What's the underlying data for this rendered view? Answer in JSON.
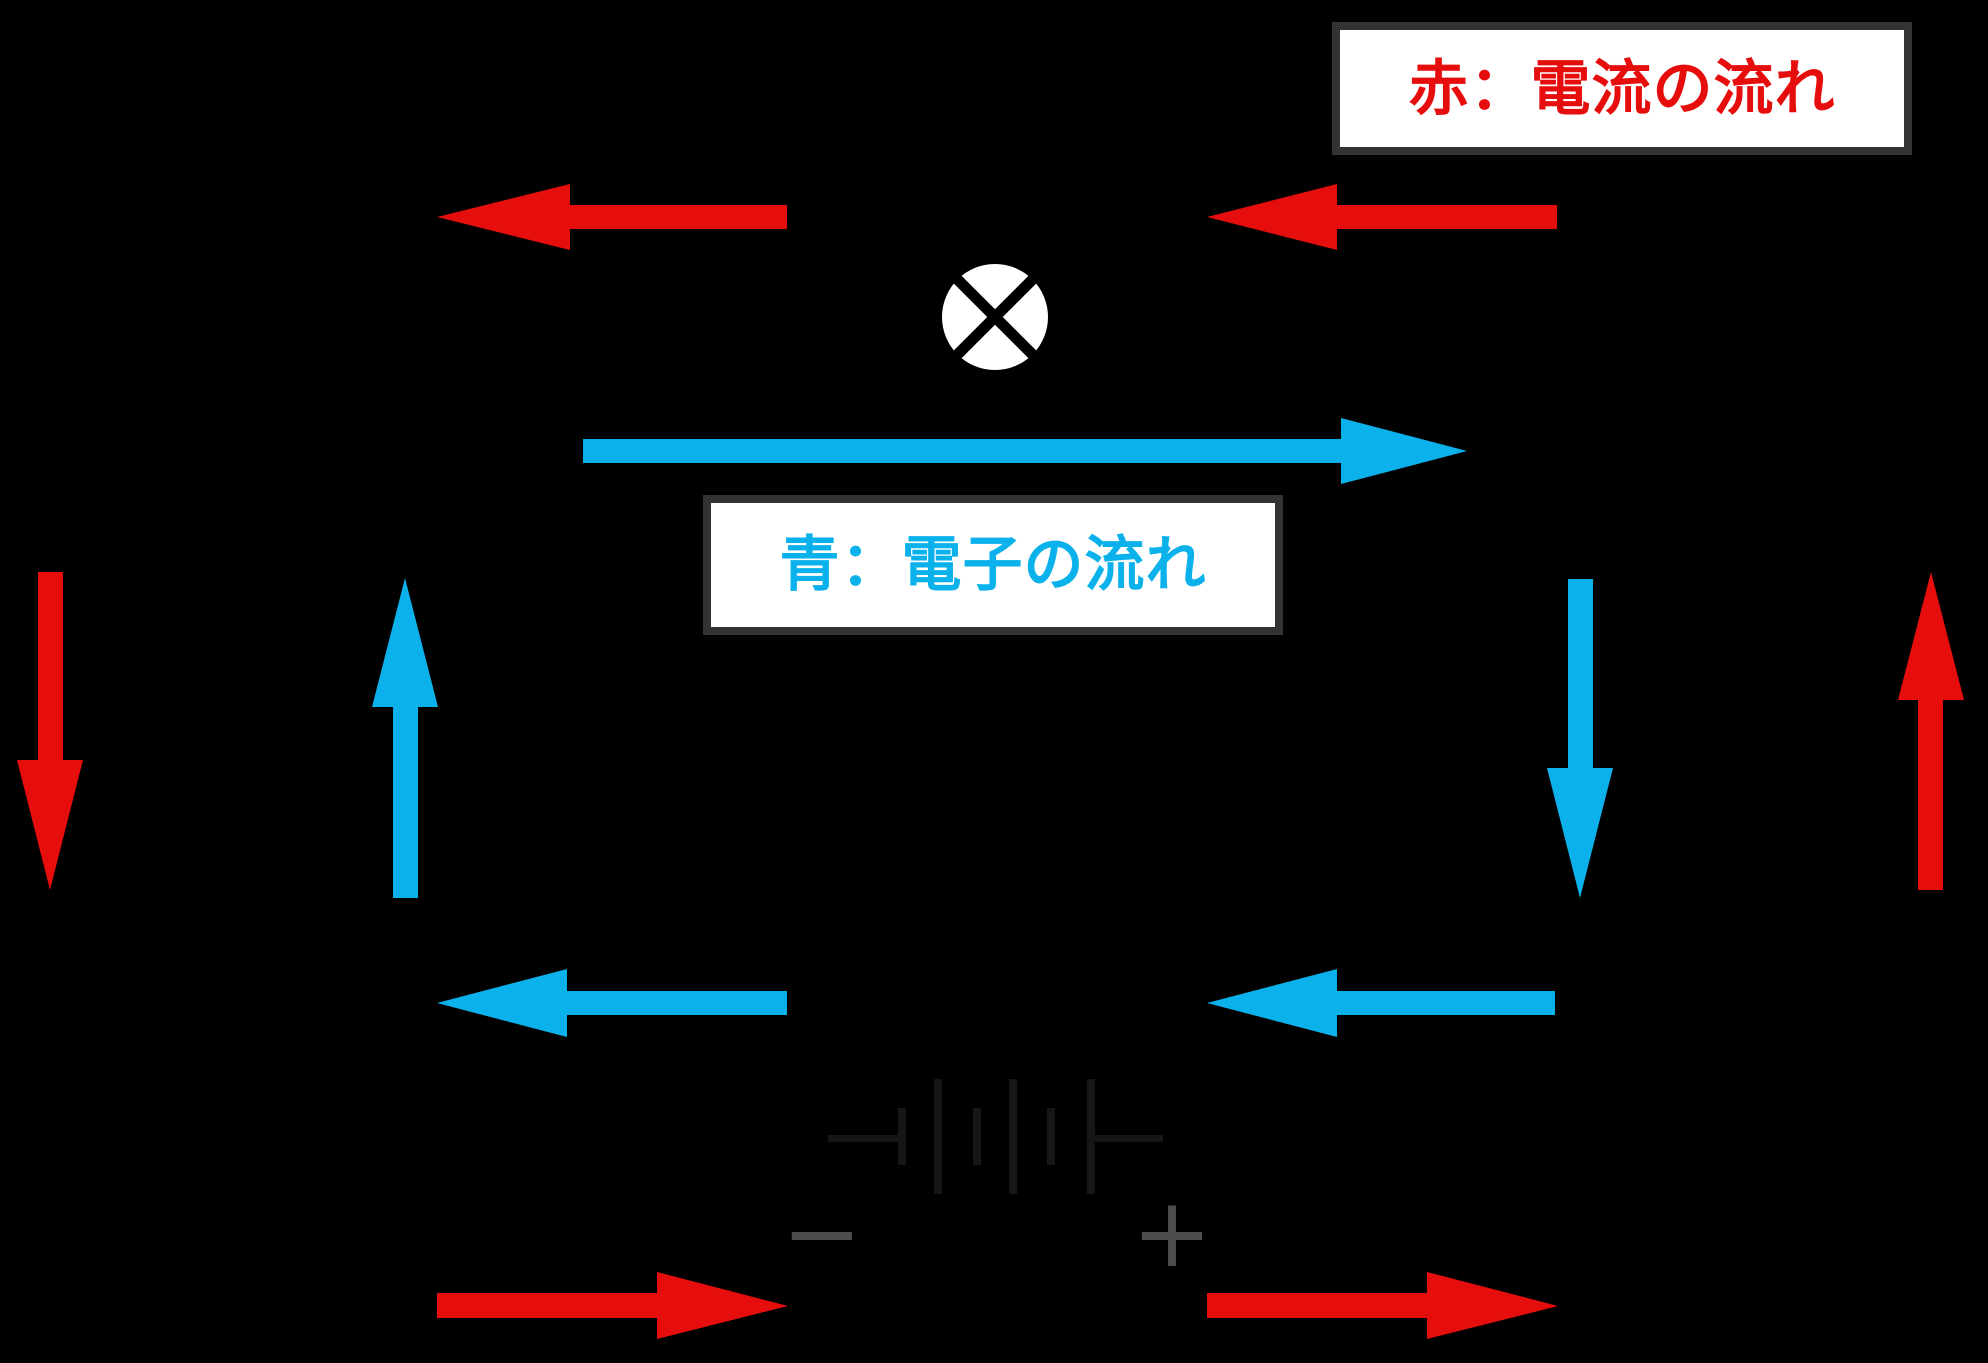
{
  "colors": {
    "background": "#000000",
    "current_red": "#e60d0d",
    "electron_blue": "#0ab1ea",
    "box_bg": "#ffffff",
    "box_border": "#333333",
    "lamp_fill": "#ffffff",
    "lamp_cross": "#000000",
    "battery_line": "#161616",
    "terminal_gray": "#4d4d4d"
  },
  "legend": {
    "current": "赤：電流の流れ",
    "electron": "青：電子の流れ"
  },
  "battery": {
    "negative": "−",
    "positive": "+"
  },
  "arrows": [
    {
      "name": "current-arrow-top-left",
      "color": "red",
      "direction": "left"
    },
    {
      "name": "current-arrow-top-right",
      "color": "red",
      "direction": "left"
    },
    {
      "name": "current-arrow-left-side",
      "color": "red",
      "direction": "down"
    },
    {
      "name": "current-arrow-right-side",
      "color": "red",
      "direction": "up"
    },
    {
      "name": "current-arrow-bottom-left",
      "color": "red",
      "direction": "right"
    },
    {
      "name": "current-arrow-bottom-right",
      "color": "red",
      "direction": "right"
    },
    {
      "name": "electron-arrow-top-long",
      "color": "blue",
      "direction": "right"
    },
    {
      "name": "electron-arrow-left-side",
      "color": "blue",
      "direction": "up"
    },
    {
      "name": "electron-arrow-right-side",
      "color": "blue",
      "direction": "down"
    },
    {
      "name": "electron-arrow-bottom-left",
      "color": "blue",
      "direction": "left"
    },
    {
      "name": "electron-arrow-bottom-right",
      "color": "blue",
      "direction": "left"
    }
  ]
}
